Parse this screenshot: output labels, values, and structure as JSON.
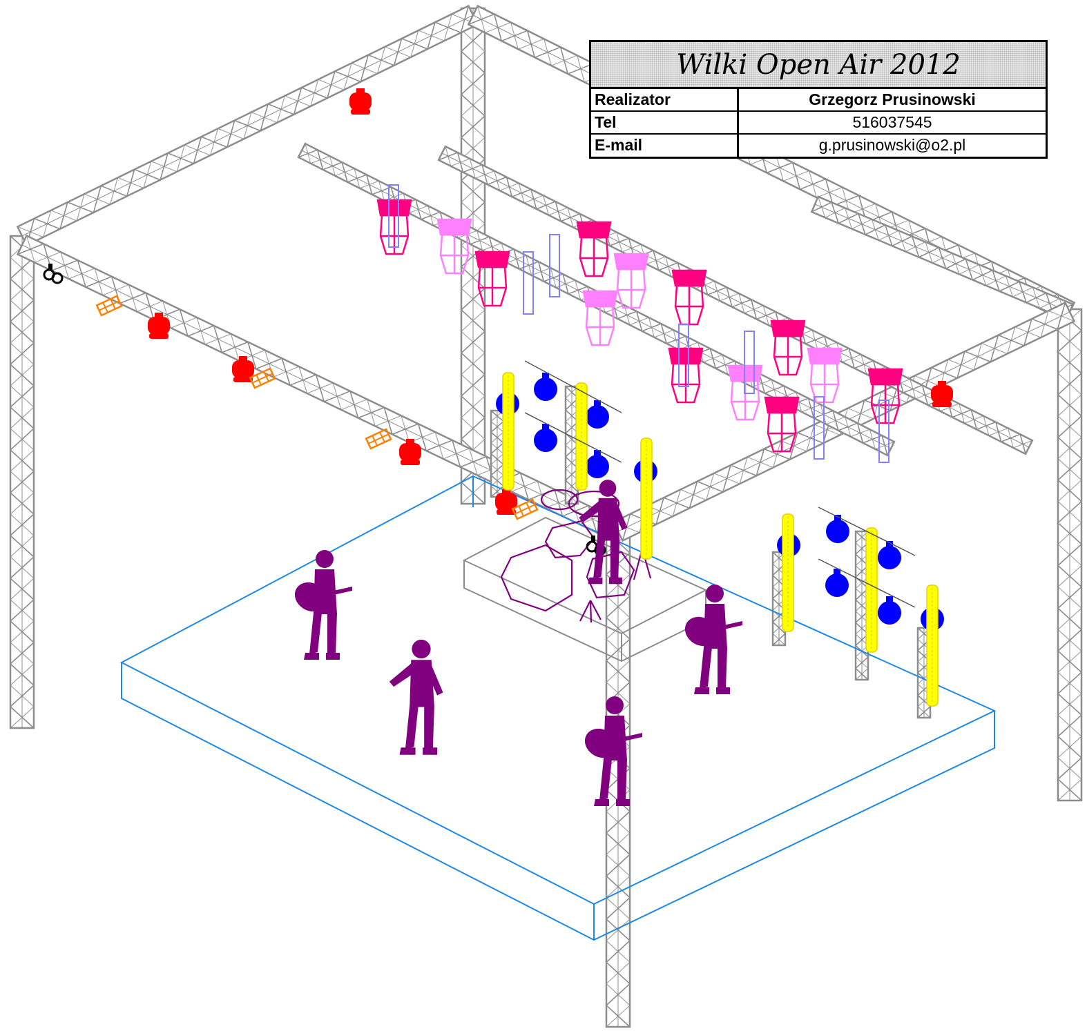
{
  "title_block": {
    "title": "Wilki Open Air 2012",
    "rows": [
      {
        "label": "Realizator",
        "value": "Grzegorz Prusinowski"
      },
      {
        "label": "Tel",
        "value": "516037545"
      },
      {
        "label": "E-mail",
        "value": "g.prusinowski@o2.pl"
      }
    ]
  },
  "colors": {
    "truss": "#8c8c8c",
    "stage_outline": "#1e88e5",
    "par_can": "#ff0000",
    "scanner": "#ff8000",
    "moving_head": "#ff0080",
    "moving_head_light": "#ff80ff",
    "led_bar": "#8080ff",
    "blinder": "#0000ff",
    "strobe": "#ffff00",
    "performer": "#800080",
    "spot": "#000000"
  },
  "legend_icons": [
    "truss-icon",
    "par-can-icon",
    "moving-head-icon",
    "scanner-icon",
    "led-bar-icon",
    "blinder-icon",
    "strobe-icon",
    "performer-icon",
    "drum-riser-icon"
  ]
}
